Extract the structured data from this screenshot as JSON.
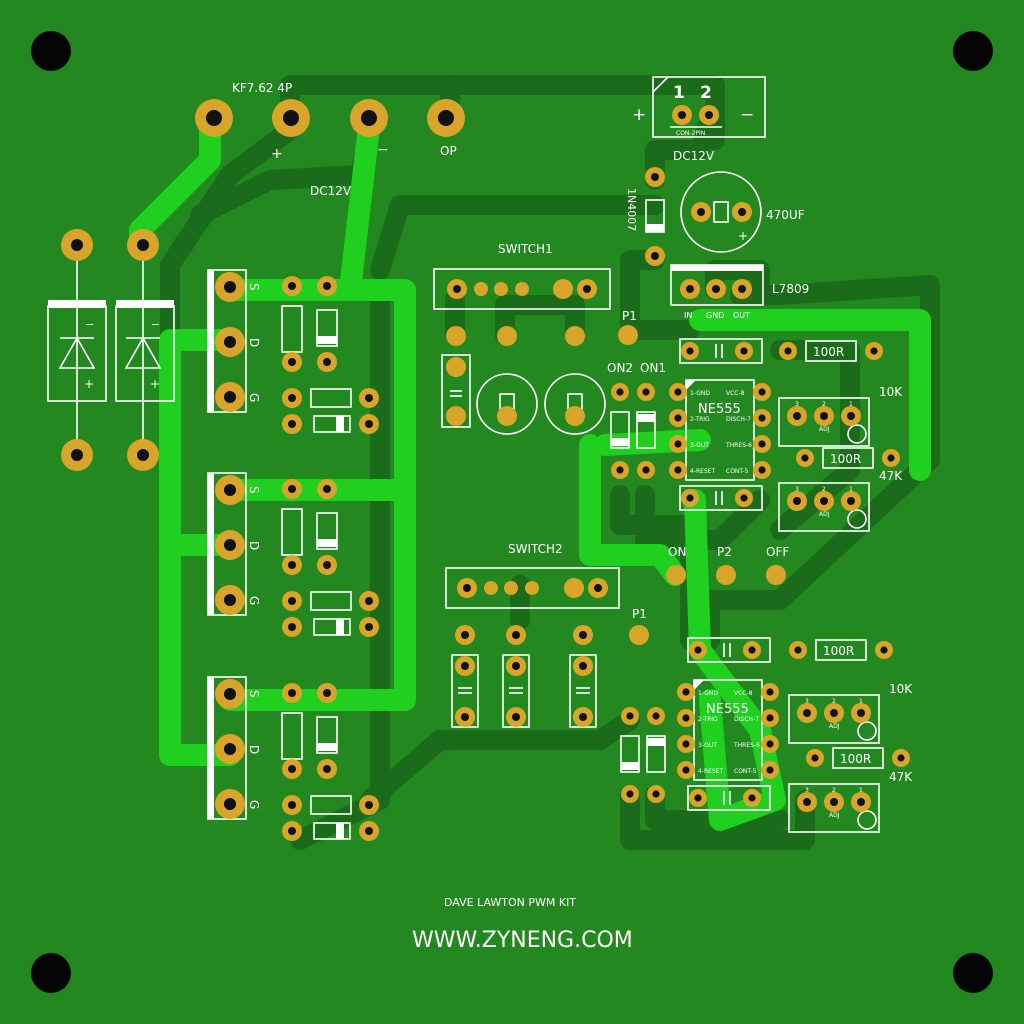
{
  "board": {
    "terminal": {
      "label": "KF7.62 4P",
      "plus": "+",
      "minus": "−",
      "op": "OP"
    },
    "dc12v_main": "DC12V",
    "power_conn": {
      "pin1": "1",
      "pin2": "2",
      "name": "CON-2PIN",
      "plus": "+",
      "minus": "−",
      "label": "DC12V"
    },
    "diode": "1N4007",
    "cap_big": "470UF",
    "regulator": {
      "name": "L7809",
      "in": "IN",
      "gnd": "GND",
      "out": "OUT"
    },
    "switch1": {
      "name": "SWITCH1",
      "p1": "P1",
      "on2": "ON2",
      "on1": "ON1"
    },
    "switch2": {
      "name": "SWITCH2",
      "p1": "P1",
      "on": "ON",
      "p2": "P2",
      "off": "OFF"
    },
    "mosfet_pins": [
      "S",
      "D",
      "G"
    ],
    "ic": {
      "name": "NE555",
      "p1": "1-GND",
      "p2": "2-TRIG",
      "p3": "3-OUT",
      "p4": "4-RESET",
      "p5": "CONT-5",
      "p6": "THRES-6",
      "p7": "DISCH-7",
      "p8": "VCC-8"
    },
    "res_100r": "100R",
    "pot_10k": "10K",
    "pot_47k": "47K",
    "pot_adj": "ADJ",
    "pot_pins": [
      "3",
      "2",
      "1"
    ],
    "bridge": {
      "minus": "−",
      "plus": "+"
    },
    "kit_name": "DAVE LAWTON PWM KIT",
    "website": "WWW.ZYNENG.COM"
  },
  "colors": {
    "board": "#23881f",
    "trace_dark": "#1a6b1a",
    "trace_bright": "#1fd01f",
    "pad": "#d8a52a",
    "silk": "#ffffff"
  }
}
